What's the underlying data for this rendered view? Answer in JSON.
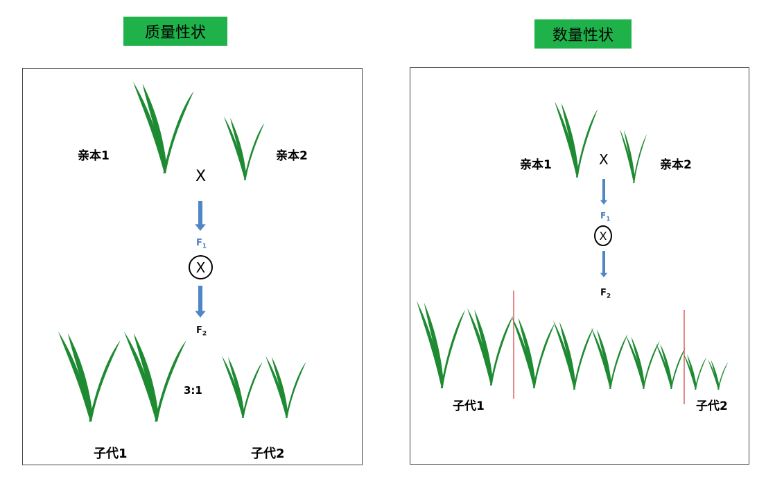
{
  "colors": {
    "title_bg": "#1fb24a",
    "plant": "#1e8a32",
    "arrow": "#4f86c6",
    "divider": "#d23a3a"
  },
  "left": {
    "title": "质量性状",
    "parent1": "亲本1",
    "parent2": "亲本2",
    "cross_symbol": "X",
    "f1": "F",
    "f1_sub": "1",
    "selfing_symbol": "X",
    "f2": "F",
    "f2_sub": "2",
    "ratio": "3:1",
    "offspring1": "子代1",
    "offspring2": "子代2"
  },
  "right": {
    "title": "数量性状",
    "parent1": "亲本1",
    "parent2": "亲本2",
    "cross_symbol": "X",
    "f1": "F",
    "f1_sub": "1",
    "selfing_symbol": "X",
    "f2": "F",
    "f2_sub": "2",
    "offspring1": "子代1",
    "offspring2": "子代2"
  }
}
